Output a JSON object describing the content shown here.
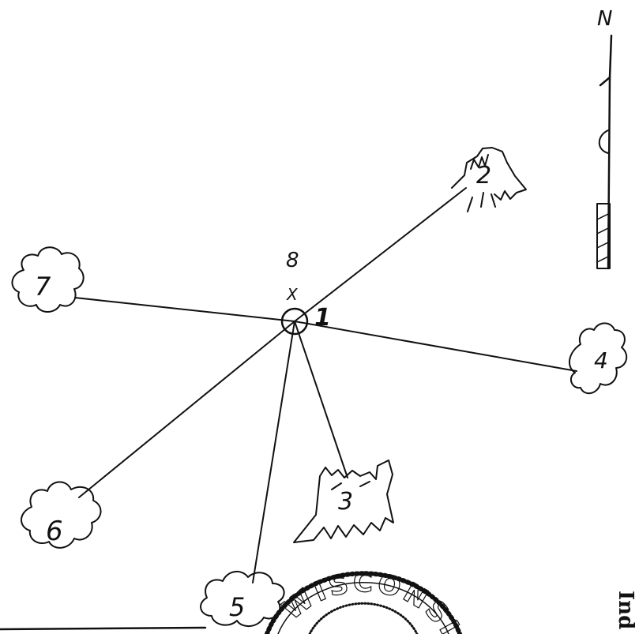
{
  "north_arrow": {
    "label": "N"
  },
  "center": {
    "label": "1"
  },
  "marker": {
    "label": "8",
    "symbol": "X"
  },
  "features": [
    {
      "id": "2",
      "kind": "tree"
    },
    {
      "id": "3",
      "kind": "tree"
    },
    {
      "id": "4",
      "kind": "bush"
    },
    {
      "id": "5",
      "kind": "bush"
    },
    {
      "id": "6",
      "kind": "bush"
    },
    {
      "id": "7",
      "kind": "bush"
    }
  ],
  "seal": {
    "text": "WISCONSIN"
  },
  "margin_text": "Ind",
  "colors": {
    "ink": "#111111",
    "background": "#ffffff"
  }
}
